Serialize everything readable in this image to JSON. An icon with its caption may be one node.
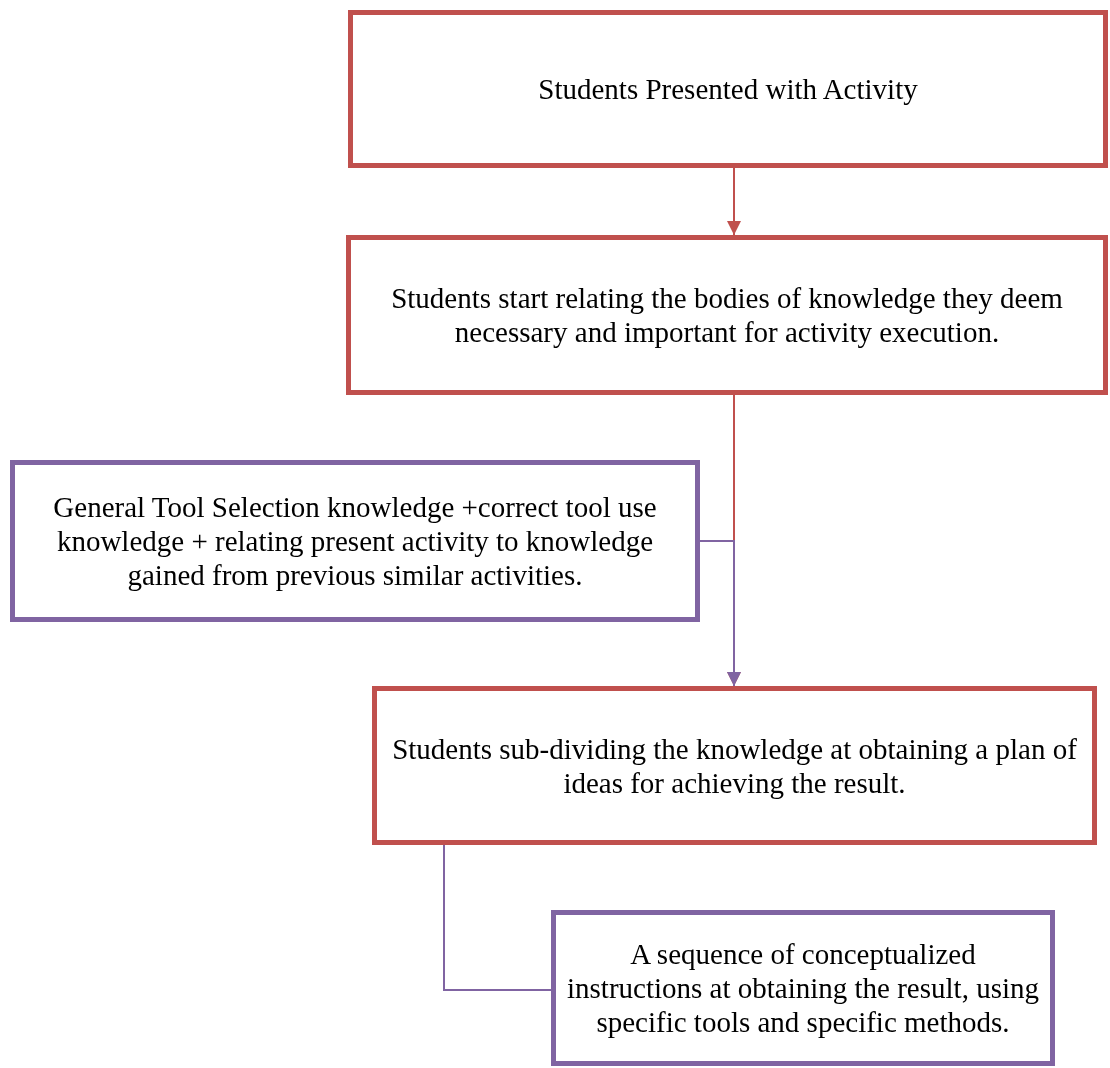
{
  "diagram": {
    "nodes": [
      {
        "text": [
          "Students Presented with Activity"
        ]
      },
      {
        "text": [
          "Students start relating the bodies of knowledge they deem necessary and important for activity execution."
        ]
      },
      {
        "text": [
          "General Tool Selection knowledge +correct tool use knowledge + relating present activity to knowledge gained from previous similar activities."
        ]
      },
      {
        "text": [
          "Students sub-dividing the knowledge at obtaining a plan of ideas for achieving the result."
        ]
      },
      {
        "text": [
          "A sequence of conceptualized instructions at obtaining the result, using specific tools and specific methods."
        ]
      }
    ],
    "edges": [
      {
        "from": 0,
        "to": 1,
        "arrow": "to"
      },
      {
        "from": 1,
        "to": 3,
        "arrow": "to"
      },
      {
        "from": 2,
        "to": 3,
        "arrow": "to",
        "color": "#8064a2"
      },
      {
        "from": 3,
        "to": 4,
        "arrow": "none",
        "color": "#8064a2"
      }
    ]
  }
}
